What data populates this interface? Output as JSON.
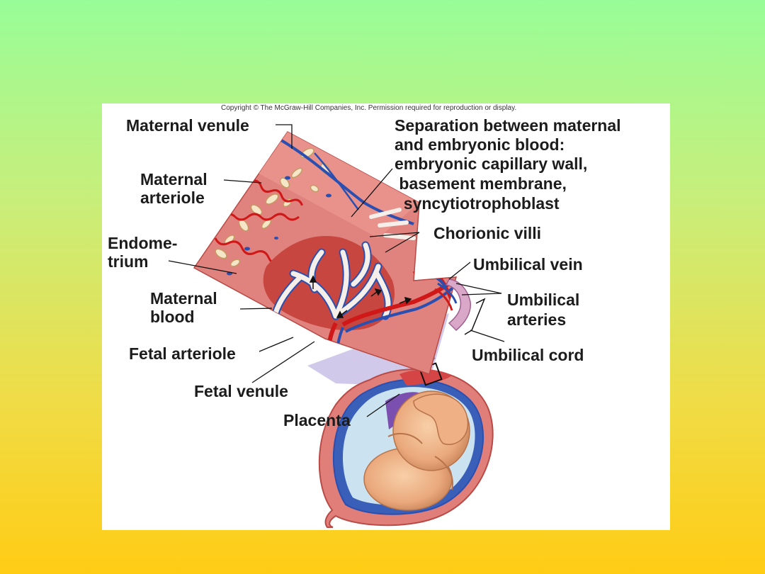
{
  "copyright": "Copyright © The McGraw-Hill Companies, Inc. Permission required for reproduction or display.",
  "labels": {
    "maternal_venule": "Maternal venule",
    "maternal_arteriole": [
      "Maternal",
      "arteriole"
    ],
    "endometrium": [
      "Endome-",
      "trium"
    ],
    "maternal_blood": [
      "Maternal",
      "blood"
    ],
    "fetal_arteriole": "Fetal arteriole",
    "fetal_venule": "Fetal venule",
    "placenta": "Placenta",
    "separation": [
      "Separation between maternal",
      "and embryonic blood:",
      "embryonic capillary wall,",
      " basement membrane,",
      "  syncytiotrophoblast"
    ],
    "chorionic_villi": "Chorionic villi",
    "umbilical_vein": "Umbilical vein",
    "umbilical_arteries": [
      "Umbilical",
      "arteries"
    ],
    "umbilical_cord": "Umbilical cord"
  },
  "colors": {
    "tissue": "#e0827e",
    "tissue_dark": "#b94a46",
    "artery": "#d01818",
    "vein": "#2a4fb0",
    "villi_fill": "#f6eee8",
    "sac": "#c9c0e6",
    "uterus": "#e07f7a",
    "fetus": "#f0b489"
  }
}
